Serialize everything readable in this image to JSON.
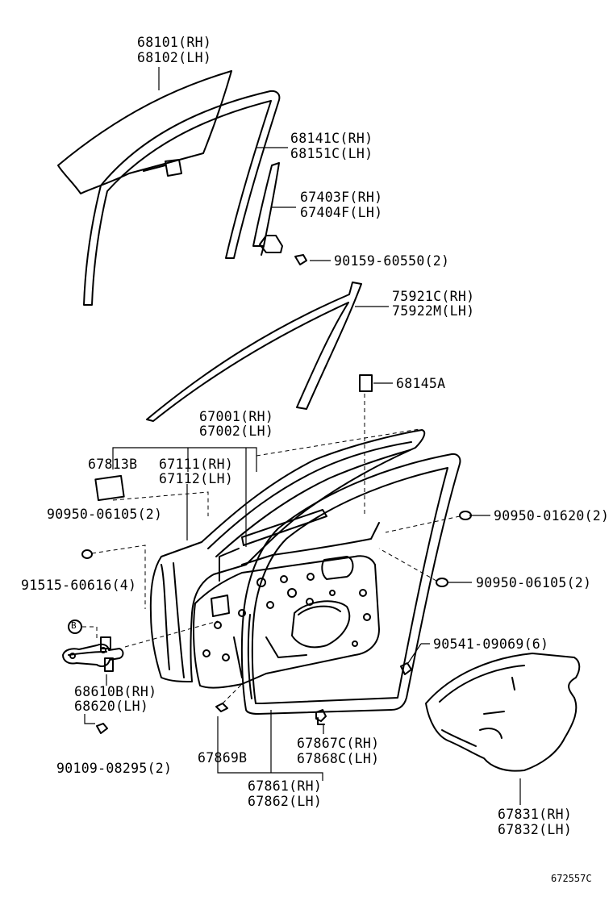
{
  "labels": {
    "l68101": "68101(RH)",
    "l68102": "68102(LH)",
    "l68141c": "68141C(RH)",
    "l68151c": "68151C(LH)",
    "l67403f": "67403F(RH)",
    "l67404f": "67404F(LH)",
    "l90159": "90159-60550(2)",
    "l75921c": "75921C(RH)",
    "l75922m": "75922M(LH)",
    "l68145a": "68145A",
    "l67001": "67001(RH)",
    "l67002": "67002(LH)",
    "l67813b": "67813B",
    "l67111": "67111(RH)",
    "l67112": "67112(LH)",
    "l90950_06105_left": "90950-06105(2)",
    "l90950_01620": "90950-01620(2)",
    "l91515": "91515-60616(4)",
    "l90950_06105_right": "90950-06105(2)",
    "l90541": "90541-09069(6)",
    "l68610b": "68610B(RH)",
    "l68620": "68620(LH)",
    "l67867c": "67867C(RH)",
    "l67868c": "67868C(LH)",
    "l67869b": "67869B",
    "l90109": "90109-08295(2)",
    "l67861": "67861(RH)",
    "l67862": "67862(LH)",
    "l67831": "67831(RH)",
    "l67832": "67832(LH)"
  },
  "bolt_marker": "B",
  "ref_code": "672557C"
}
